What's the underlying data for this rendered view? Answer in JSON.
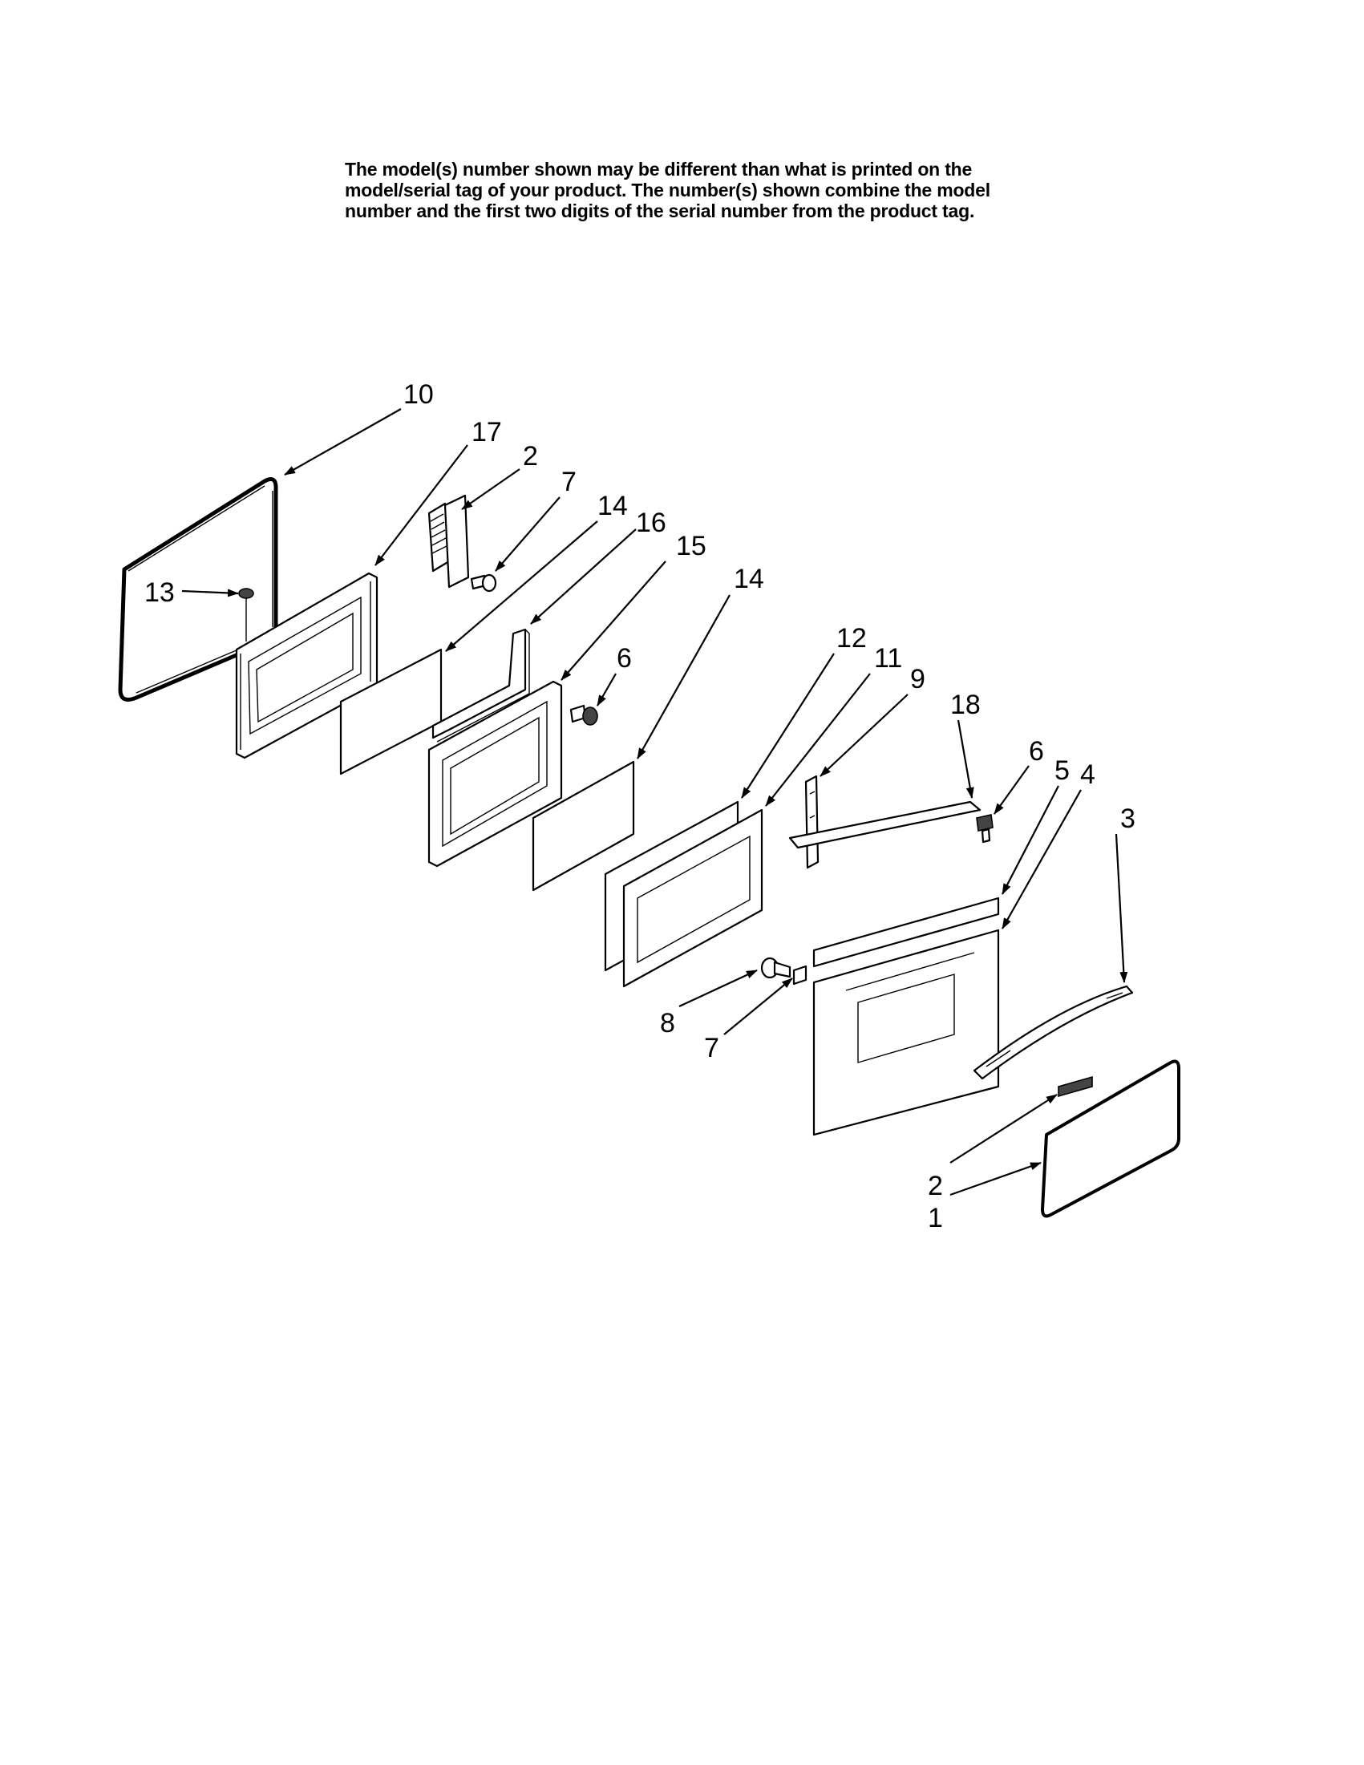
{
  "header": {
    "lines": [
      "The model(s) number shown may be different than what is printed on the",
      "model/serial tag of your product. The number(s) shown combine the model",
      "number and the first two digits of the serial number from the product tag."
    ]
  },
  "callouts": [
    {
      "id": "c10",
      "label": "10"
    },
    {
      "id": "c17",
      "label": "17"
    },
    {
      "id": "c2a",
      "label": "2"
    },
    {
      "id": "c7a",
      "label": "7"
    },
    {
      "id": "c14a",
      "label": "14"
    },
    {
      "id": "c16",
      "label": "16"
    },
    {
      "id": "c15",
      "label": "15"
    },
    {
      "id": "c13",
      "label": "13"
    },
    {
      "id": "c6a",
      "label": "6"
    },
    {
      "id": "c14b",
      "label": "14"
    },
    {
      "id": "c12",
      "label": "12"
    },
    {
      "id": "c11",
      "label": "11"
    },
    {
      "id": "c9",
      "label": "9"
    },
    {
      "id": "c18",
      "label": "18"
    },
    {
      "id": "c6b",
      "label": "6"
    },
    {
      "id": "c5",
      "label": "5"
    },
    {
      "id": "c4",
      "label": "4"
    },
    {
      "id": "c3",
      "label": "3"
    },
    {
      "id": "c8",
      "label": "8"
    },
    {
      "id": "c7b",
      "label": "7"
    },
    {
      "id": "c2b",
      "label": "2"
    },
    {
      "id": "c1",
      "label": "1"
    }
  ]
}
